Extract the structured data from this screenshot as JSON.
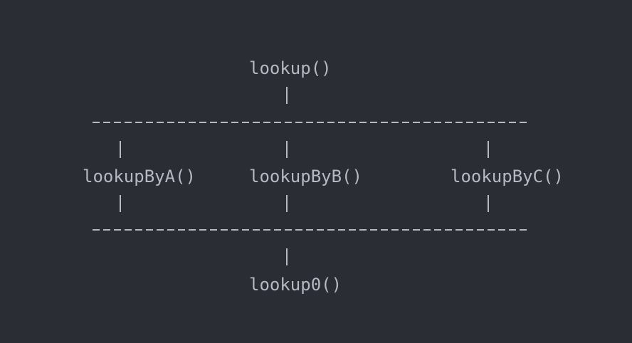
{
  "colors": {
    "background": "#2b2d35",
    "text": "#b5b9c4"
  },
  "nodes": {
    "top": "lookup()",
    "a": "lookupByA()",
    "b": "lookupByB()",
    "c": "lookupByC()",
    "bottom": "lookup0()"
  }
}
